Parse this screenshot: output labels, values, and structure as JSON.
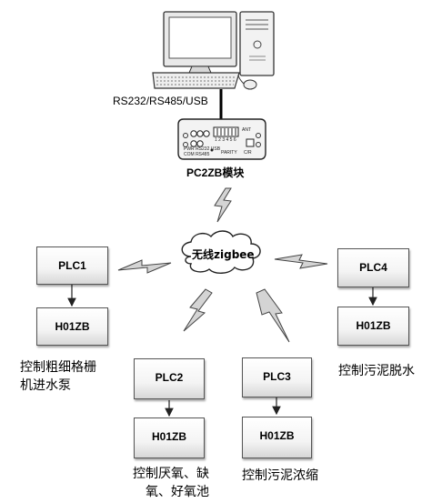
{
  "connection_label": "RS232/RS485/USB",
  "module": {
    "name": "PC2ZB模块",
    "led_labels": [
      "PWR",
      "RS232",
      "USB"
    ],
    "led_labels_row2": [
      "COM",
      "RS485"
    ],
    "dip_numbers": "1 2 3 4 5 6",
    "dip_caption": "PARITY",
    "ant_label": "ANT",
    "cr_label": "C/R"
  },
  "network_label": "无线zigbee",
  "nodes": {
    "plc1": "PLC1",
    "plc2": "PLC2",
    "plc3": "PLC3",
    "plc4": "PLC4",
    "h01zb_1": "H01ZB",
    "h01zb_2": "H01ZB",
    "h01zb_3": "H01ZB",
    "h01zb_4": "H01ZB"
  },
  "captions": {
    "c1_line1": "控制粗细格栅",
    "c1_line2": "机进水泵",
    "c2_line1": "控制厌氧、缺",
    "c2_line2": "氧、好氧池",
    "c3": "控制污泥浓缩",
    "c4": "控制污泥脱水"
  }
}
